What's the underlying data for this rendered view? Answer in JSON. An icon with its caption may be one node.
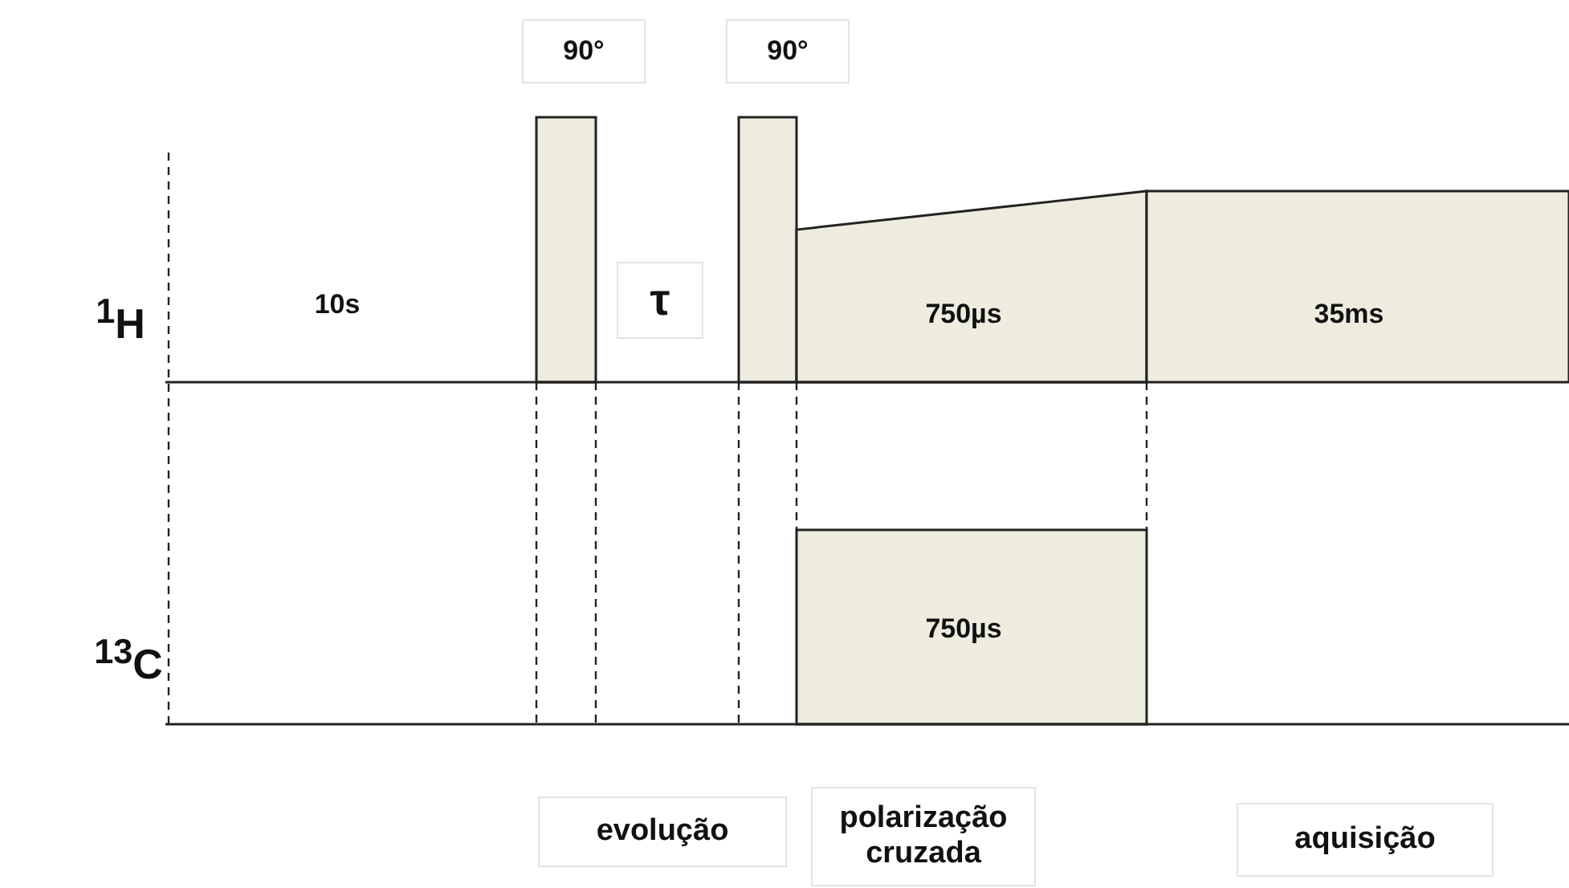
{
  "diagram": {
    "labels": [
      "90°",
      "90°",
      "$^{1}$H",
      "10s",
      "τ",
      "750µs",
      "35ms",
      "$^{13}$C",
      "750µs",
      "evolução",
      "polarização cruzada",
      "aquisição"
    ]
  }
}
